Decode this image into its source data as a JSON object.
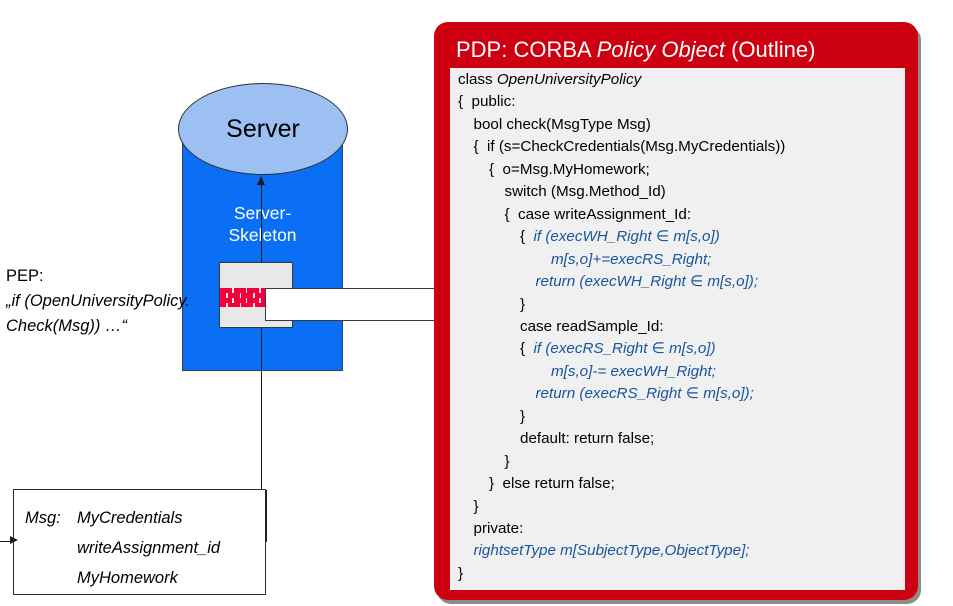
{
  "pdp": {
    "title_prefix": "PDP: CORBA ",
    "title_italic": "Policy Object",
    "title_suffix": " (Outline)",
    "panel_color": "#CC0011",
    "code_bg": "#F0F0F0",
    "code_lines": [
      {
        "indent": 0,
        "style": "black",
        "text": "class ",
        "italic_tail": "OpenUniversityPolicy"
      },
      {
        "indent": 0,
        "style": "black",
        "text": "{  public:"
      },
      {
        "indent": 1,
        "style": "black",
        "text": "bool check(MsgType Msg)"
      },
      {
        "indent": 1,
        "style": "black",
        "text": "{  if (s=CheckCredentials(Msg.MyCredentials))"
      },
      {
        "indent": 2,
        "style": "black",
        "text": "{  o=Msg.MyHomework;"
      },
      {
        "indent": 3,
        "style": "black",
        "text": "switch (Msg.Method_Id)"
      },
      {
        "indent": 3,
        "style": "black",
        "text": "{  case writeAssignment_Id:"
      },
      {
        "indent": 4,
        "style": "mixed",
        "text": "{  ",
        "blue": "if (execWH_Right ∈ m[s,o])"
      },
      {
        "indent": 6,
        "style": "blue",
        "text": "m[s,o]+=execRS_Right;"
      },
      {
        "indent": 5,
        "style": "blue",
        "text": "return (execWH_Right ∈ m[s,o]);"
      },
      {
        "indent": 4,
        "style": "black",
        "text": "}"
      },
      {
        "indent": 4,
        "style": "black",
        "text": "case readSample_Id:"
      },
      {
        "indent": 4,
        "style": "mixed",
        "text": "{  ",
        "blue": "if (execRS_Right ∈ m[s,o])"
      },
      {
        "indent": 6,
        "style": "blue",
        "text": "m[s,o]-= execWH_Right;"
      },
      {
        "indent": 5,
        "style": "blue",
        "text": "return (execRS_Right ∈ m[s,o]);"
      },
      {
        "indent": 4,
        "style": "black",
        "text": "}"
      },
      {
        "indent": 4,
        "style": "black",
        "text": "default: return false;"
      },
      {
        "indent": 3,
        "style": "black",
        "text": "}"
      },
      {
        "indent": 2,
        "style": "black",
        "text": "}  else return false;"
      },
      {
        "indent": 1,
        "style": "black",
        "text": "}"
      },
      {
        "indent": 1,
        "style": "black",
        "text": "private:"
      },
      {
        "indent": 1,
        "style": "blue",
        "text": "rightsetType m[SubjectType,ObjectType];"
      },
      {
        "indent": 0,
        "style": "black",
        "text": "}"
      }
    ]
  },
  "diagram": {
    "server_label": "Server",
    "skeleton_label_line1": "Server-",
    "skeleton_label_line2": "Skeleton",
    "server_body_color": "#0B6FF5",
    "server_top_color": "#9CC0F2",
    "firewall_color": "#F5003C",
    "pep": {
      "heading": "PEP:",
      "line1": "„if (OpenUniversityPolicy.",
      "line2": "Check(Msg)) …“"
    },
    "msg": {
      "label": "Msg:",
      "values": [
        "MyCredentials",
        "writeAssignment_id",
        "MyHomework"
      ]
    }
  }
}
